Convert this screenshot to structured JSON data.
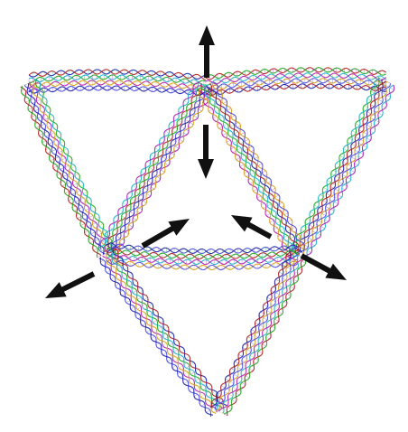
{
  "figure": {
    "subject": "dna-tetrahedron-origami",
    "vertices": [
      {
        "id": "apex-top-center"
      },
      {
        "id": "top-left"
      },
      {
        "id": "top-right"
      },
      {
        "id": "bottom"
      },
      {
        "id": "middle-left"
      },
      {
        "id": "middle-right"
      }
    ],
    "strand_colors": [
      "#1a1aa8",
      "#b01a1a",
      "#18a818",
      "#18b4c8",
      "#b018b0",
      "#d8a018",
      "#4848e0"
    ],
    "arrow_color": "#111111",
    "arrows": [
      {
        "id": "up-arrow"
      },
      {
        "id": "down-arrow"
      },
      {
        "id": "left-down-arrow"
      },
      {
        "id": "left-up-arrow"
      },
      {
        "id": "right-up-arrow"
      },
      {
        "id": "right-down-arrow"
      }
    ]
  }
}
